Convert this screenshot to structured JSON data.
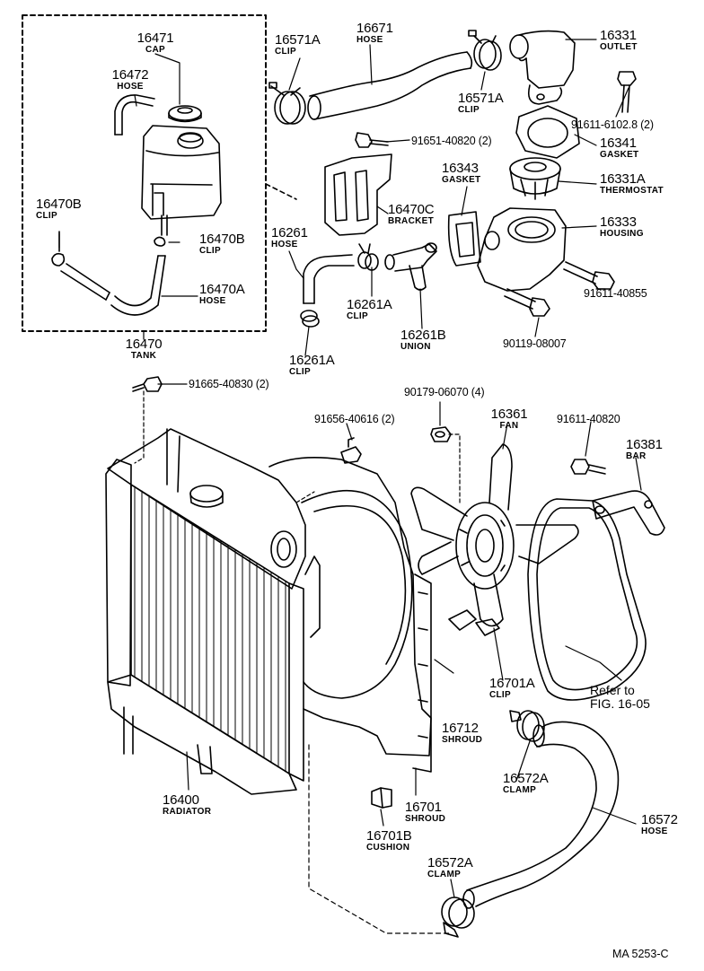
{
  "figure": {
    "code": "MA  5253-C",
    "reference": {
      "line1": "Refer to",
      "line2": "FIG. 16-05"
    }
  },
  "parts": {
    "p16471": {
      "num": "16471",
      "name": "CAP"
    },
    "p16472": {
      "num": "16472",
      "name": "HOSE"
    },
    "p16470B_left": {
      "num": "16470B",
      "name": "CLIP"
    },
    "p16470B_right": {
      "num": "16470B",
      "name": "CLIP"
    },
    "p16470A": {
      "num": "16470A",
      "name": "HOSE"
    },
    "p16470": {
      "num": "16470",
      "name": "TANK"
    },
    "p16571A_left": {
      "num": "16571A",
      "name": "CLIP"
    },
    "p16671": {
      "num": "16671",
      "name": "HOSE"
    },
    "p16571A_right": {
      "num": "16571A",
      "name": "CLIP"
    },
    "p16331": {
      "num": "16331",
      "name": "OUTLET"
    },
    "p16341": {
      "num": "16341",
      "name": "GASKET"
    },
    "p16331A": {
      "num": "16331A",
      "name": "THERMOSTAT"
    },
    "p16343": {
      "num": "16343",
      "name": "GASKET"
    },
    "p16333": {
      "num": "16333",
      "name": "HOUSING"
    },
    "p16470C": {
      "num": "16470C",
      "name": "BRACKET"
    },
    "p16261": {
      "num": "16261",
      "name": "HOSE"
    },
    "p16261A_upper": {
      "num": "16261A",
      "name": "CLIP"
    },
    "p16261B": {
      "num": "16261B",
      "name": "UNION"
    },
    "p16261A_lower": {
      "num": "16261A",
      "name": "CLIP"
    },
    "p16361": {
      "num": "16361",
      "name": "FAN"
    },
    "p16381": {
      "num": "16381",
      "name": "BAR"
    },
    "p16701A": {
      "num": "16701A",
      "name": "CLIP"
    },
    "p16712": {
      "num": "16712",
      "name": "SHROUD"
    },
    "p16572A_upper": {
      "num": "16572A",
      "name": "CLAMP"
    },
    "p16400": {
      "num": "16400",
      "name": "RADIATOR"
    },
    "p16701": {
      "num": "16701",
      "name": "SHROUD"
    },
    "p16701B": {
      "num": "16701B",
      "name": "CUSHION"
    },
    "p16572": {
      "num": "16572",
      "name": "HOSE"
    },
    "p16572A_lower": {
      "num": "16572A",
      "name": "CLAMP"
    }
  },
  "fasteners": {
    "f91651_40820": "91651-40820 (2)",
    "f91611_61028": "91611-6102.8 (2)",
    "f91611_40855": "91611-40855",
    "f90119_08007": "90119-08007",
    "f91665_40830": "91665-40830 (2)",
    "f90179_06070": "90179-06070 (4)",
    "f91656_40616": "91656-40616 (2)",
    "f91611_40820": "91611-40820"
  }
}
